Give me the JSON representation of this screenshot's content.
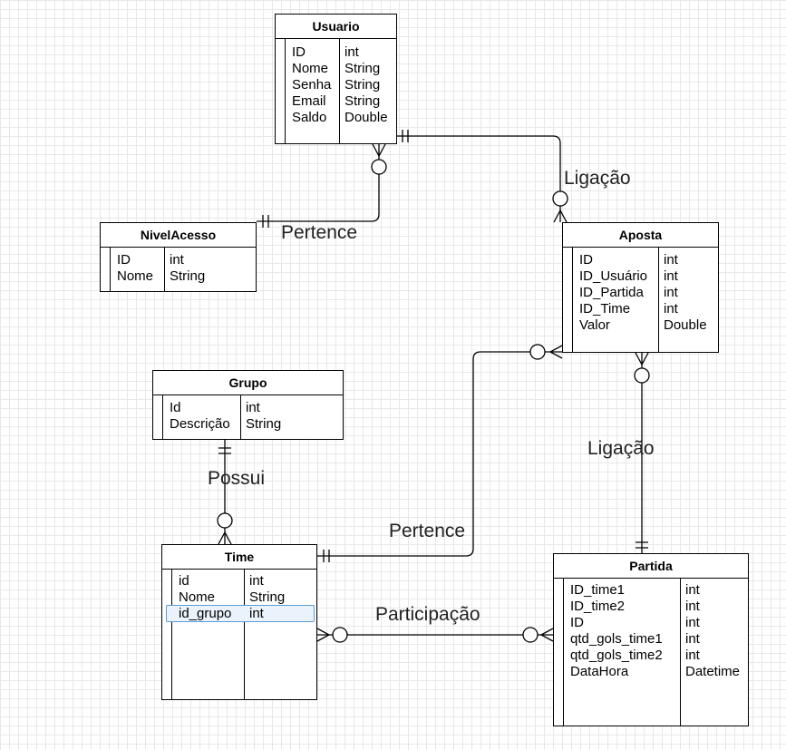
{
  "entities": {
    "usuario": {
      "title": "Usuario",
      "fields": [
        {
          "name": "ID",
          "type": "int"
        },
        {
          "name": "Nome",
          "type": "String"
        },
        {
          "name": "Senha",
          "type": "String"
        },
        {
          "name": "Email",
          "type": "String"
        },
        {
          "name": "Saldo",
          "type": "Double"
        }
      ]
    },
    "nivelacesso": {
      "title": "NivelAcesso",
      "fields": [
        {
          "name": "ID",
          "type": "int"
        },
        {
          "name": "Nome",
          "type": "String"
        }
      ]
    },
    "aposta": {
      "title": "Aposta",
      "fields": [
        {
          "name": "ID",
          "type": "int"
        },
        {
          "name": "ID_Usuário",
          "type": "int"
        },
        {
          "name": "ID_Partida",
          "type": "int"
        },
        {
          "name": "ID_Time",
          "type": "int"
        },
        {
          "name": "Valor",
          "type": "Double"
        }
      ]
    },
    "grupo": {
      "title": "Grupo",
      "fields": [
        {
          "name": "Id",
          "type": "int"
        },
        {
          "name": "Descrição",
          "type": "String"
        }
      ]
    },
    "time": {
      "title": "Time",
      "fields": [
        {
          "name": "id",
          "type": "int"
        },
        {
          "name": "Nome",
          "type": "String"
        },
        {
          "name": "id_grupo",
          "type": "int",
          "selected": true
        }
      ]
    },
    "partida": {
      "title": "Partida",
      "fields": [
        {
          "name": "ID_time1",
          "type": "int"
        },
        {
          "name": "ID_time2",
          "type": "int"
        },
        {
          "name": "ID",
          "type": "int"
        },
        {
          "name": "qtd_gols_time1",
          "type": "int"
        },
        {
          "name": "qtd_gols_time2",
          "type": "int"
        },
        {
          "name": "DataHora",
          "type": "Datetime"
        }
      ]
    }
  },
  "relationships": [
    {
      "id": "usuario-nivelacesso",
      "label": "Pertence"
    },
    {
      "id": "usuario-aposta",
      "label": "Ligação"
    },
    {
      "id": "aposta-partida",
      "label": "Ligação"
    },
    {
      "id": "grupo-time",
      "label": "Possui"
    },
    {
      "id": "time-aposta",
      "label": "Pertence"
    },
    {
      "id": "time-partida",
      "label": "Participação"
    }
  ],
  "colors": {
    "line": "#000000",
    "grid": "#e8e8e8",
    "selection_border": "#5b9bd5",
    "selection_fill": "#eaf3fc"
  }
}
